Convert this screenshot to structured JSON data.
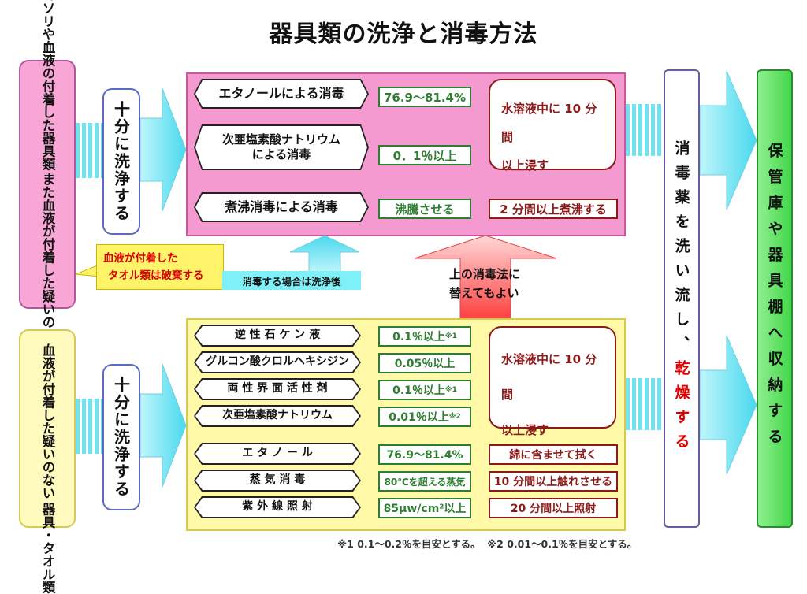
{
  "title": "器具類の洗浄と消毒方法",
  "left_top": "カミソリや血液の付着した器具類また血液が付着した疑いのある器具類",
  "left_top_cols": [
    "カミソリや血液の付着した器具類",
    "また血液が付着した疑いのある器具類"
  ],
  "left_bottom_cols": [
    "血液が付着した疑いのない",
    "器具・タオル類"
  ],
  "wash_top": "十分に洗浄する",
  "wash_bottom": "十分に洗浄する",
  "callout": {
    "line1": "血液が付着した",
    "line2": "タオル類は破棄する"
  },
  "after_wash_label": "消毒する場合は洗浄後",
  "replace_label": {
    "line1": "上の消毒法に",
    "line2": "替えてもよい"
  },
  "top_methods": [
    {
      "name": "エタノールによる消毒",
      "cond": "76.9～81.4%"
    },
    {
      "name1": "次亜塩素酸ナトリウム",
      "name2": "による消毒",
      "cond": "0．1％以上"
    },
    {
      "name": "煮沸消毒による消毒",
      "cond": "沸騰させる",
      "action": "2 分間以上煮沸する"
    }
  ],
  "top_note": {
    "line1": "水溶液中に 10 分間",
    "line2": "以上浸す"
  },
  "bottom_methods": [
    {
      "name": "逆 性 石 ケ ン 液",
      "cond": "0.1％以上",
      "mark": "※1"
    },
    {
      "name": "グルコン酸クロルヘキシジン",
      "cond": "0.05％以上",
      "mark": ""
    },
    {
      "name": "両 性 界 面 活 性 剤",
      "cond": "0.1％以上",
      "mark": "※1"
    },
    {
      "name": "次亜塩素酸ナトリウム",
      "cond": "0.01％以上",
      "mark": "※2"
    },
    {
      "name": "エ タ ノ ー ル",
      "cond": "76.9～81.4%",
      "action": "綿に含ませて拭く"
    },
    {
      "name": "蒸 気 消 毒",
      "cond": "80℃を超える蒸気",
      "action": "10 分間以上触れさせる"
    },
    {
      "name": "紫 外 線 照 射",
      "cond": "85μw/cm²以上",
      "action": "20 分間以上照射"
    }
  ],
  "bottom_note": {
    "line1": "水溶液中に 10 分間",
    "line2": "以上浸す"
  },
  "rinse": {
    "black": "消毒薬を洗い流し、",
    "red": "乾燥する"
  },
  "store": "保管庫や器具棚へ収納する",
  "footnote1": "※1  0.1～0.2％を目安とする。",
  "footnote2": "※2  0.01～0.1％を目安とする。",
  "colors": {
    "pink": "#f49ad0",
    "yellow": "#fff9a8",
    "green": "#2e7d32",
    "darkred": "#8b1a1a",
    "cyan": "#7fe8f5",
    "store": "#66e36a"
  }
}
